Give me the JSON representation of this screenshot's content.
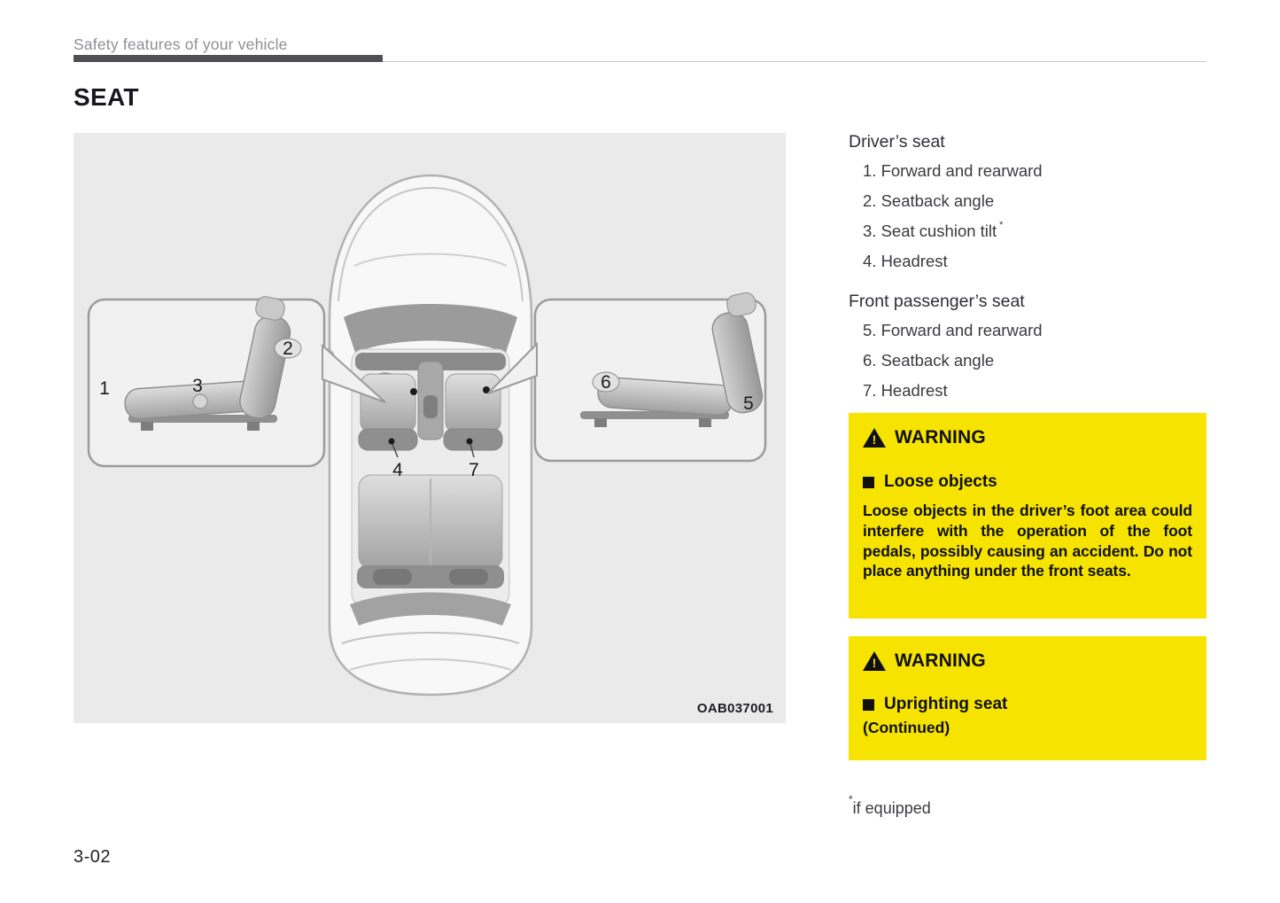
{
  "page": {
    "header": "Safety features of your vehicle",
    "title": "SEAT",
    "page_number": "3-02",
    "image_code": "OAB037001",
    "footnote_star": "*",
    "footnote_text": "if equipped"
  },
  "driver_seat": {
    "heading": "Driver’s seat",
    "items": [
      "1. Forward and rearward",
      "2. Seatback angle",
      "3. Seat cushion tilt",
      "4. Headrest"
    ],
    "item3_footnote": "*"
  },
  "passenger_seat": {
    "heading": "Front passenger’s seat",
    "items": [
      "5. Forward and rearward",
      "6. Seatback angle",
      "7. Headrest"
    ]
  },
  "warnings": [
    {
      "title": "WARNING",
      "subtitle": "Loose objects",
      "body": "Loose objects in the driver’s foot area could interfere with the operation of the foot pedals, possibly causing an accident. Do not place anything under the front seats."
    },
    {
      "title": "WARNING",
      "subtitle": "Uprighting seat",
      "continued": "(Continued)"
    }
  ],
  "icons": {
    "warning_exclamation": "!"
  },
  "diagram": {
    "labels": [
      "1",
      "2",
      "3",
      "4",
      "5",
      "6",
      "7"
    ]
  },
  "colors": {
    "warning_bg": "#f6e400",
    "diagram_bg": "#eaeaeb",
    "header_bar": "#4f4f54",
    "header_text": "#8f8f94"
  }
}
